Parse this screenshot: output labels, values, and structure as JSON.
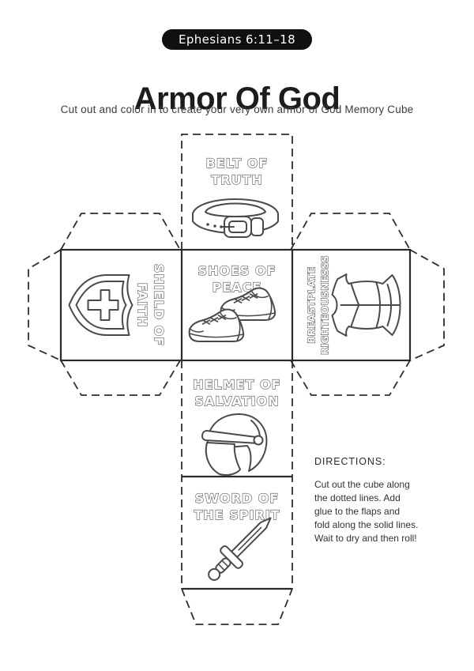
{
  "header": {
    "verse_badge": "Ephesians 6:11–18",
    "title": "Armor Of God",
    "subtitle": "Cut out and color in to create your very own armor of God Memory Cube"
  },
  "cube": {
    "faces": {
      "belt": {
        "line1": "BELT OF",
        "line2": "TRUTH",
        "icon": "belt-icon"
      },
      "shield": {
        "line1": "SHIELD OF",
        "line2": "FAITH",
        "icon": "shield-cross-icon"
      },
      "shoes": {
        "line1": "SHOES OF",
        "line2": "PEACE",
        "icon": "sneakers-icon"
      },
      "breastplate": {
        "line1": "BREASTPLATE",
        "line2": "RIGHTEOUSNESSS",
        "icon": "breastplate-icon"
      },
      "helmet": {
        "line1": "HELMET OF",
        "line2": "SALVATION",
        "icon": "helmet-icon"
      },
      "sword": {
        "line1": "SWORD OF",
        "line2": "THE SPIRIT",
        "icon": "sword-icon"
      }
    }
  },
  "directions": {
    "heading": "DIRECTIONS:",
    "lines": [
      "Cut out the cube along",
      "the dotted lines. Add",
      "glue to the flaps and",
      "fold along the solid lines.",
      "Wait to dry and then roll!"
    ]
  },
  "colors": {
    "ink": "#2a2a2a",
    "icon_ink": "#4a4a4a",
    "badge_bg": "#101010",
    "badge_text": "#ffffff",
    "outline_text_fill": "#ffffff",
    "paper": "#ffffff"
  }
}
